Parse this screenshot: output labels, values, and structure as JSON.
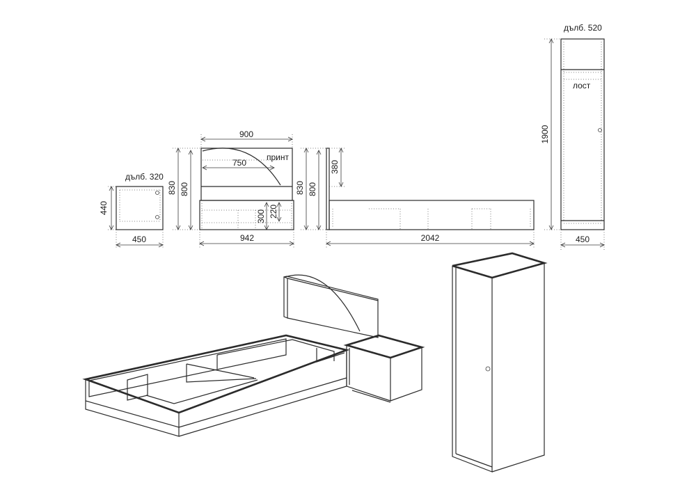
{
  "nightstand": {
    "depth_label": "дълб. 320",
    "height": "440",
    "width": "450"
  },
  "bed_front": {
    "headboard_width": "900",
    "print_width": "750",
    "print_label": "принт",
    "total_height": "830",
    "headboard_height": "800",
    "frame_height": "300",
    "inner_height": "220",
    "total_width": "942"
  },
  "bed_side": {
    "total_height": "830",
    "headboard_height": "800",
    "headboard_top": "380",
    "length": "2042"
  },
  "wardrobe": {
    "depth_label": "дълб. 520",
    "rod_label": "лост",
    "height": "1900",
    "width": "450"
  }
}
